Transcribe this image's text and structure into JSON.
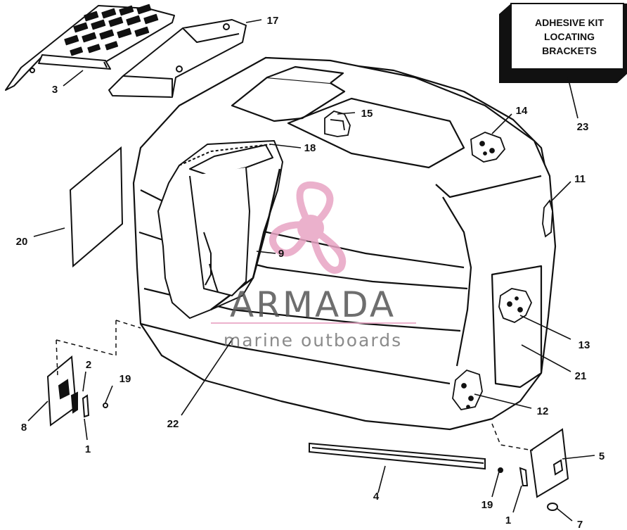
{
  "kit_box": {
    "lines": [
      "ADHESIVE KIT",
      "LOCATING",
      "BRACKETS"
    ]
  },
  "callouts": {
    "c1a": "1",
    "c1b": "1",
    "c2": "2",
    "c3": "3",
    "c4": "4",
    "c5": "5",
    "c7": "7",
    "c8": "8",
    "c9": "9",
    "c11": "11",
    "c12": "12",
    "c13": "13",
    "c14": "14",
    "c15": "15",
    "c17": "17",
    "c18": "18",
    "c19a": "19",
    "c19b": "19",
    "c20": "20",
    "c21": "21",
    "c22": "22",
    "c23": "23"
  },
  "watermark": {
    "title": "ARMADA",
    "subtitle": "marine outboards",
    "accent_color": "#e8a4c4"
  }
}
